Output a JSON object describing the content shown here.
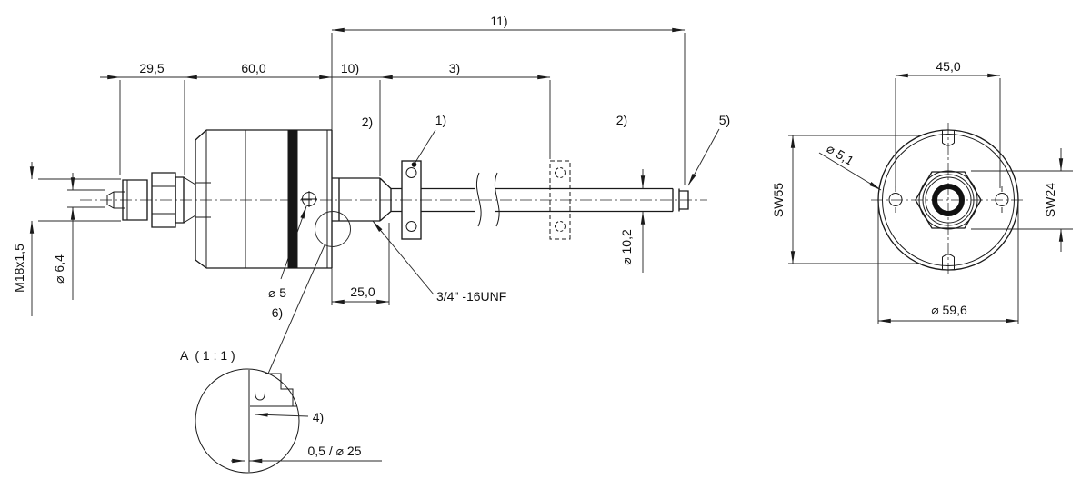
{
  "labels": {
    "total_length_ref": "11)",
    "connector_length": "29,5",
    "housing_length": "60,0",
    "ref_10": "10)",
    "ref_3": "3)",
    "ref_2_left": "2)",
    "ref_1": "1)",
    "ref_2_right": "2)",
    "ref_5": "5)",
    "rod_diameter": "⌀ 10,2",
    "connector_thread": "M18x1,5",
    "pin_diameter": "⌀ 6,4",
    "null_hole_diameter": "⌀ 5",
    "ref_6": "6)",
    "nipple_length": "25,0",
    "process_thread": "3/4\" -16UNF",
    "detail_title": "A  ( 1 : 1 )",
    "ref_4": "4)",
    "detail_gap": "0,5 / ⌀ 25",
    "hole_spacing": "45,0",
    "hole_diameter": "⌀ 5,1",
    "wrench_flat_housing": "SW55",
    "wrench_flat_nut": "SW24",
    "flange_diameter": "⌀ 59,6"
  },
  "colors": {
    "line": "#1a1a1a",
    "background": "#ffffff"
  }
}
